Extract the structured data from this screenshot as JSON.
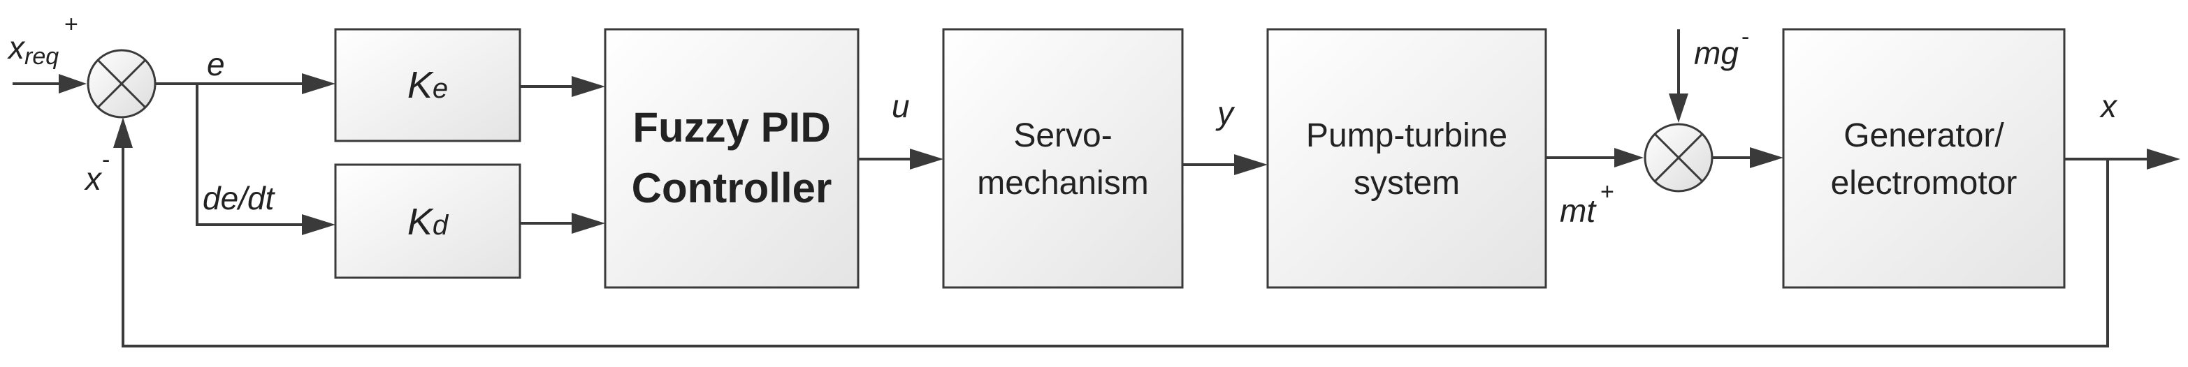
{
  "signals": {
    "xreq": "x",
    "xreq_sub": "req",
    "xreq_sign": "+",
    "feedback": "x",
    "feedback_sign": "-",
    "error": "e",
    "derivative": "de/dt",
    "u": "u",
    "y": "y",
    "mg": "mg",
    "mg_sign": "-",
    "mt": "mt",
    "mt_sign": "+",
    "output": "x"
  },
  "blocks": {
    "ke": {
      "main": "K",
      "sub": "e"
    },
    "kd": {
      "main": "K",
      "sub": "d"
    },
    "controller": {
      "line1": "Fuzzy PID",
      "line2": "Controller"
    },
    "servo": {
      "line1": "Servo-",
      "line2": "mechanism"
    },
    "pump": {
      "line1": "Pump-turbine",
      "line2": "system"
    },
    "generator": {
      "line1": "Generator/",
      "line2": "electromotor"
    }
  }
}
